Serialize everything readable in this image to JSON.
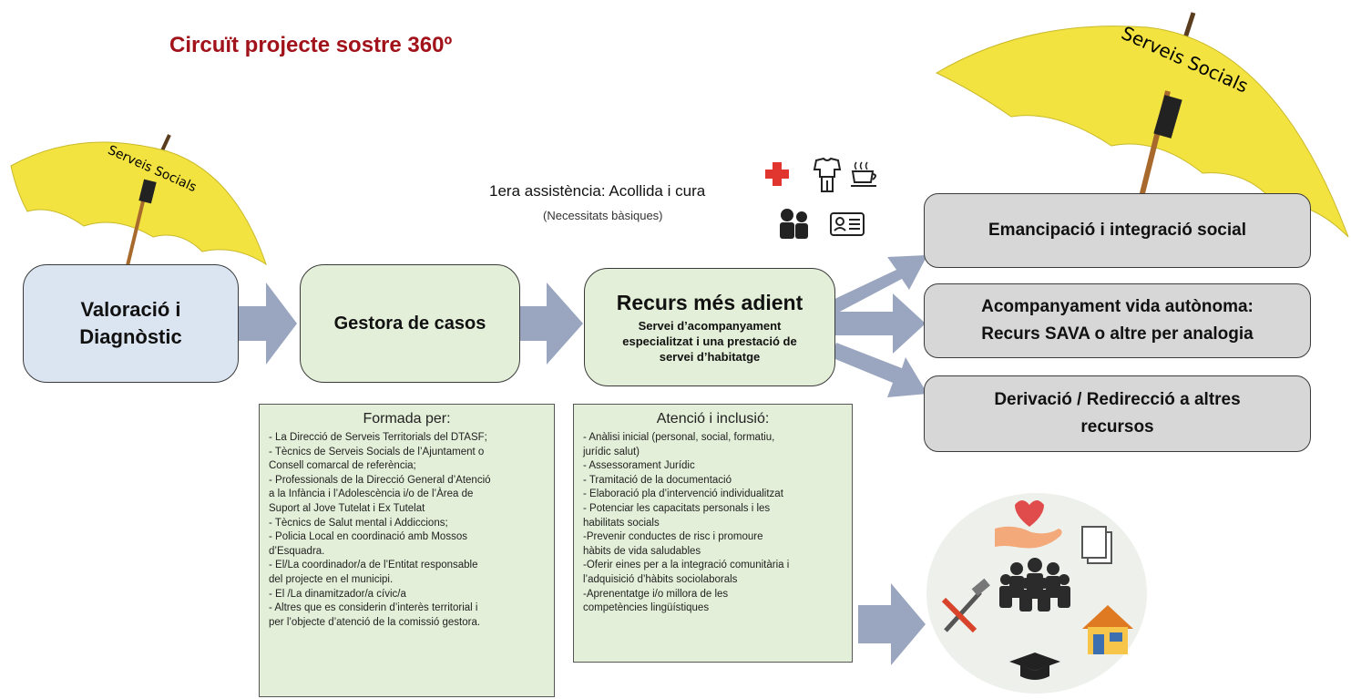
{
  "title": "Circuït projecte sostre 360º",
  "umbrella_left_label": "Serveis Socials",
  "umbrella_right_label": "Serveis Socials",
  "stage1": {
    "line1": "Valoració i",
    "line2": "Diagnòstic"
  },
  "stage2": {
    "label": "Gestora de casos"
  },
  "stage3": {
    "title": "Recurs més adient",
    "subtitle_lines": [
      "Servei d’acompanyament",
      "especialitzat i una prestació de",
      "servei d’habitatge"
    ]
  },
  "first_assistance": {
    "label": "1era assistència: Acollida i cura",
    "note": "(Necessitats bàsiques)"
  },
  "outcomes": [
    {
      "lines": [
        "Emancipació  i integració social"
      ]
    },
    {
      "lines": [
        "Acompanyament  vida autònoma:",
        "Recurs SAVA o altre per analogia"
      ]
    },
    {
      "lines": [
        "Derivació / Redirecció a altres",
        "recursos"
      ]
    }
  ],
  "formada_per": {
    "title": "Formada per:",
    "items": [
      "- La Direcció de Serveis Territorials del DTASF;",
      "- Tècnics de Serveis Socials de l’Ajuntament o",
      "Consell comarcal de referència;",
      "- Professionals de la Direcció General d’Atenció",
      "a la Infància i l’Adolescència i/o de l’Àrea de",
      "Suport al Jove Tutelat i Ex Tutelat",
      "- Tècnics de Salut mental i Addiccions;",
      "- Policia Local en coordinació amb Mossos",
      "d’Esquadra.",
      "- El/La coordinador/a de l’Entitat responsable",
      "del projecte en el municipi.",
      "- El /La dinamitzador/a cívic/a",
      "- Altres que es considerin d’interès territorial i",
      "per l’objecte d’atenció de la comissió gestora."
    ]
  },
  "atencio_inclusio": {
    "title": "Atenció i inclusió:",
    "items": [
      "- Anàlisi inicial (personal, social, formatiu,",
      "jurídic salut)",
      "- Assessorament Jurídic",
      "- Tramitació de la documentació",
      "- Elaboració pla d’intervenció individualitzat",
      "- Potenciar les capacitats personals i les",
      "habilitats socials",
      "-Prevenir conductes de risc i promoure",
      "hàbits de vida saludables",
      "-Oferir eines per a la integració comunitària i",
      "l’adquisició d’hàbits sociolaborals",
      "-Aprenentatge i/o millora de les",
      "competències lingüístiques"
    ]
  },
  "colors": {
    "title": "#a2121a",
    "arrow": "#9aa6bf",
    "umbrella": "#f3e341",
    "blue_box": "#dbe5f2",
    "green_box": "#e3efd8",
    "gray_box": "#d7d7d7",
    "red_cross": "#e0362f"
  },
  "icons": [
    "red-cross-icon",
    "clothes-icon",
    "coffee-cup-icon",
    "people-icon",
    "id-card-icon",
    "heart-hand-icon",
    "document-icon",
    "group-people-icon",
    "tools-icon",
    "house-icon",
    "graduation-cap-icon"
  ]
}
